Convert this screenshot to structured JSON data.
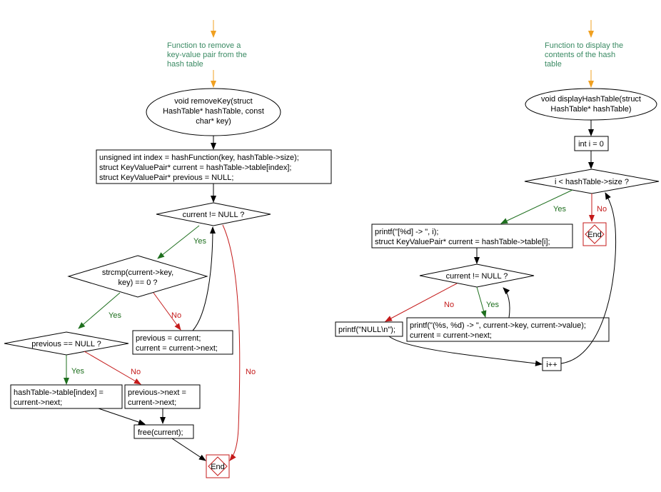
{
  "colors": {
    "comment": "#3a8a63",
    "yes": "#1e6f1e",
    "no": "#c41a1a",
    "entry_arrow": "#f0a020",
    "line": "#000000"
  },
  "left": {
    "comment": [
      "Function to remove a",
      "key-value pair from the",
      "hash table"
    ],
    "signature": [
      "void removeKey(struct",
      "HashTable* hashTable, const",
      "char* key)"
    ],
    "init_block": [
      "unsigned int index = hashFunction(key, hashTable->size);",
      "struct KeyValuePair* current = hashTable->table[index];",
      "struct KeyValuePair* previous = NULL;"
    ],
    "while_cond": "current != NULL ?",
    "strcmp_cond": [
      "strcmp(current->key,",
      "key) == 0 ?"
    ],
    "prev_null_cond": "previous == NULL ?",
    "advance_block": [
      "previous = current;",
      "current = current->next;"
    ],
    "head_assign": [
      "hashTable->table[index] =",
      "current->next;"
    ],
    "prev_next_assign": [
      "previous->next =",
      "current->next;"
    ],
    "free_stmt": "free(current);",
    "end": "End",
    "yes": "Yes",
    "no": "No"
  },
  "right": {
    "comment": [
      "Function to display the",
      "contents of the hash",
      "table"
    ],
    "signature": [
      "void displayHashTable(struct",
      "HashTable* hashTable)"
    ],
    "init_i": "int i = 0",
    "for_cond": "i < hashTable->size ?",
    "bucket_block": [
      "printf(\"[%d] -> \", i);",
      "struct KeyValuePair* current = hashTable->table[i];"
    ],
    "inner_cond": "current != NULL ?",
    "print_null": "printf(\"NULL\\n\");",
    "print_pair": [
      "printf(\"(%s, %d) -> \", current->key, current->value);",
      "current = current->next;"
    ],
    "incr": "i++",
    "end": "End",
    "yes": "Yes",
    "no": "No"
  }
}
